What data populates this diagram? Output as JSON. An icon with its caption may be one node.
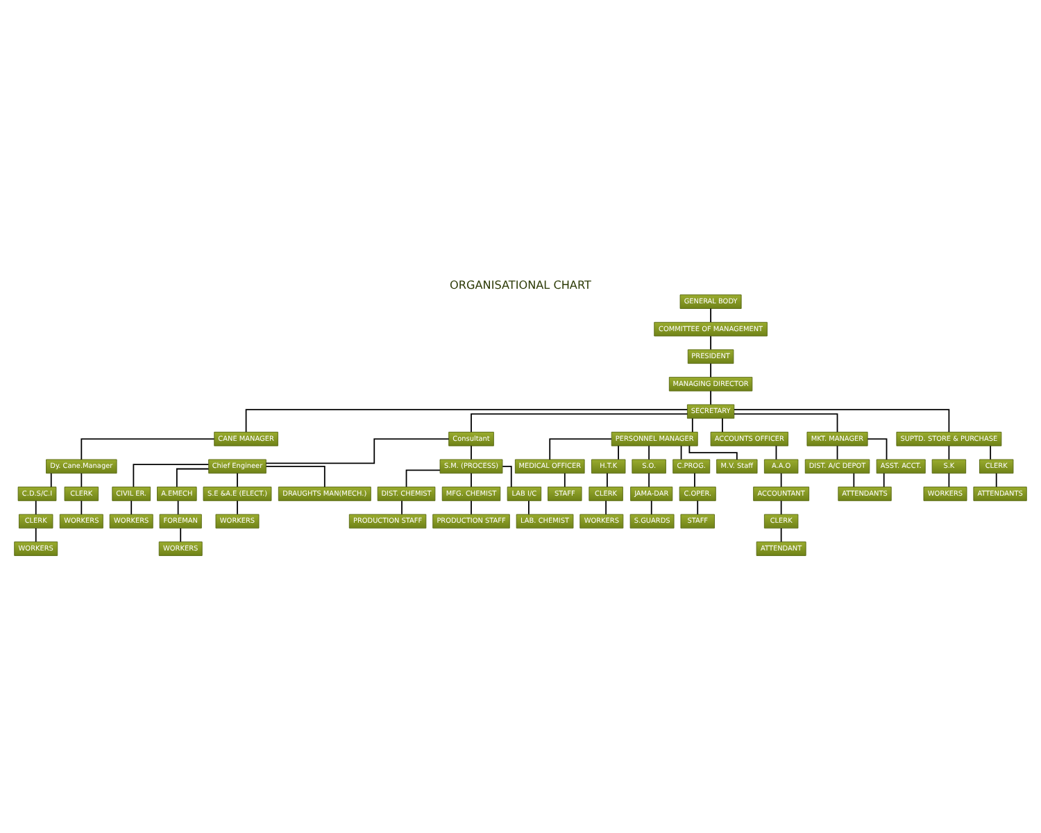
{
  "diagram": {
    "title": "ORGANISATIONAL CHART",
    "nodes": [
      {
        "text": [
          "GENERAL BODY"
        ]
      },
      {
        "text": [
          "COMMITTEE OF MANAGEMENT"
        ]
      },
      {
        "text": [
          "PRESIDENT"
        ]
      },
      {
        "text": [
          "MANAGING DIRECTOR"
        ]
      },
      {
        "text": [
          "SECRETARY"
        ]
      },
      {
        "text": [
          "CANE MANAGER"
        ]
      },
      {
        "text": [
          "Consultant"
        ]
      },
      {
        "text": [
          "PERSONNEL MANAGER"
        ]
      },
      {
        "text": [
          "ACCOUNTS OFFICER"
        ]
      },
      {
        "text": [
          "MKT. MANAGER"
        ]
      },
      {
        "text": [
          "SUPTD. STORE & PURCHASE"
        ]
      },
      {
        "text": [
          "Dy. Cane.Manager"
        ]
      },
      {
        "text": [
          "C.D.S/C.I"
        ]
      },
      {
        "text": [
          "CLERK"
        ]
      },
      {
        "text": [
          "WORKERS"
        ]
      },
      {
        "text": [
          "CLERK"
        ]
      },
      {
        "text": [
          "WORKERS"
        ]
      },
      {
        "text": [
          "Chief Engineer"
        ]
      },
      {
        "text": [
          "CIVIL ER."
        ]
      },
      {
        "text": [
          "WORKERS"
        ]
      },
      {
        "text": [
          "A.EMECH"
        ]
      },
      {
        "text": [
          "FOREMAN"
        ]
      },
      {
        "text": [
          "WORKERS"
        ]
      },
      {
        "text": [
          "S.E &A.E (ELECT.)"
        ]
      },
      {
        "text": [
          "WORKERS"
        ]
      },
      {
        "text": [
          "DRAUGHTS MAN(MECH.)"
        ]
      },
      {
        "text": [
          "S.M. (PROCESS)"
        ]
      },
      {
        "text": [
          "DIST. CHEMIST"
        ]
      },
      {
        "text": [
          "PRODUCTION STAFF"
        ]
      },
      {
        "text": [
          "MFG. CHEMIST"
        ]
      },
      {
        "text": [
          "PRODUCTION STAFF"
        ]
      },
      {
        "text": [
          "LAB I/C"
        ]
      },
      {
        "text": [
          "LAB. CHEMIST"
        ]
      },
      {
        "text": [
          "MEDICAL OFFICER"
        ]
      },
      {
        "text": [
          "STAFF"
        ]
      },
      {
        "text": [
          "H.T.K"
        ]
      },
      {
        "text": [
          "CLERK"
        ]
      },
      {
        "text": [
          "WORKERS"
        ]
      },
      {
        "text": [
          "S.O."
        ]
      },
      {
        "text": [
          "JAMA-DAR"
        ]
      },
      {
        "text": [
          "S.GUARDS"
        ]
      },
      {
        "text": [
          "C.PROG."
        ]
      },
      {
        "text": [
          "C.OPER."
        ]
      },
      {
        "text": [
          "STAFF"
        ]
      },
      {
        "text": [
          "M.V. Staff"
        ]
      },
      {
        "text": [
          "A.A.O"
        ]
      },
      {
        "text": [
          "ACCOUNTANT"
        ]
      },
      {
        "text": [
          "CLERK"
        ]
      },
      {
        "text": [
          "ATTENDANT"
        ]
      },
      {
        "text": [
          "DIST. A/C DEPOT"
        ]
      },
      {
        "text": [
          "ASST. ACCT."
        ]
      },
      {
        "text": [
          "ATTENDANTS"
        ]
      },
      {
        "text": [
          "S.K"
        ]
      },
      {
        "text": [
          "WORKERS"
        ]
      },
      {
        "text": [
          "CLERK"
        ]
      },
      {
        "text": [
          "ATTENDANTS"
        ]
      }
    ],
    "edges": [
      {
        "from": 0,
        "to": 1,
        "arrow": "none"
      },
      {
        "from": 1,
        "to": 2,
        "arrow": "none"
      },
      {
        "from": 2,
        "to": 3,
        "arrow": "none"
      },
      {
        "from": 3,
        "to": 4,
        "arrow": "none"
      },
      {
        "from": 4,
        "to": 5,
        "arrow": "none"
      },
      {
        "from": 4,
        "to": 6,
        "arrow": "none"
      },
      {
        "from": 4,
        "to": 7,
        "arrow": "none"
      },
      {
        "from": 4,
        "to": 8,
        "arrow": "none"
      },
      {
        "from": 4,
        "to": 9,
        "arrow": "none"
      },
      {
        "from": 4,
        "to": 10,
        "arrow": "none"
      },
      {
        "from": 5,
        "to": 11,
        "arrow": "none"
      },
      {
        "from": 11,
        "to": 12,
        "arrow": "none"
      },
      {
        "from": 12,
        "to": 13,
        "arrow": "none"
      },
      {
        "from": 13,
        "to": 14,
        "arrow": "none"
      },
      {
        "from": 11,
        "to": 15,
        "arrow": "none"
      },
      {
        "from": 15,
        "to": 16,
        "arrow": "none"
      },
      {
        "from": 6,
        "to": 17,
        "arrow": "none"
      },
      {
        "from": 6,
        "to": 26,
        "arrow": "none"
      },
      {
        "from": 17,
        "to": 18,
        "arrow": "none"
      },
      {
        "from": 18,
        "to": 19,
        "arrow": "none"
      },
      {
        "from": 17,
        "to": 20,
        "arrow": "none"
      },
      {
        "from": 17,
        "to": 23,
        "arrow": "none"
      },
      {
        "from": 17,
        "to": 25,
        "arrow": "none"
      },
      {
        "from": 20,
        "to": 21,
        "arrow": "none"
      },
      {
        "from": 21,
        "to": 22,
        "arrow": "none"
      },
      {
        "from": 23,
        "to": 24,
        "arrow": "none"
      },
      {
        "from": 26,
        "to": 27,
        "arrow": "none"
      },
      {
        "from": 26,
        "to": 29,
        "arrow": "none"
      },
      {
        "from": 26,
        "to": 31,
        "arrow": "none"
      },
      {
        "from": 27,
        "to": 28,
        "arrow": "none"
      },
      {
        "from": 29,
        "to": 30,
        "arrow": "none"
      },
      {
        "from": 31,
        "to": 32,
        "arrow": "none"
      },
      {
        "from": 7,
        "to": 33,
        "arrow": "none"
      },
      {
        "from": 33,
        "to": 34,
        "arrow": "none"
      },
      {
        "from": 7,
        "to": 35,
        "arrow": "none"
      },
      {
        "from": 35,
        "to": 36,
        "arrow": "none"
      },
      {
        "from": 36,
        "to": 37,
        "arrow": "none"
      },
      {
        "from": 7,
        "to": 38,
        "arrow": "none"
      },
      {
        "from": 38,
        "to": 39,
        "arrow": "none"
      },
      {
        "from": 39,
        "to": 40,
        "arrow": "none"
      },
      {
        "from": 7,
        "to": 41,
        "arrow": "none"
      },
      {
        "from": 41,
        "to": 42,
        "arrow": "none"
      },
      {
        "from": 42,
        "to": 43,
        "arrow": "none"
      },
      {
        "from": 7,
        "to": 44,
        "arrow": "none"
      },
      {
        "from": 8,
        "to": 45,
        "arrow": "none"
      },
      {
        "from": 45,
        "to": 46,
        "arrow": "none"
      },
      {
        "from": 46,
        "to": 47,
        "arrow": "none"
      },
      {
        "from": 47,
        "to": 48,
        "arrow": "none"
      },
      {
        "from": 9,
        "to": 49,
        "arrow": "none"
      },
      {
        "from": 9,
        "to": 50,
        "arrow": "none"
      },
      {
        "from": 49,
        "to": 51,
        "arrow": "none"
      },
      {
        "from": 50,
        "to": 51,
        "arrow": "none"
      },
      {
        "from": 10,
        "to": 52,
        "arrow": "none"
      },
      {
        "from": 52,
        "to": 53,
        "arrow": "none"
      },
      {
        "from": 10,
        "to": 54,
        "arrow": "none"
      },
      {
        "from": 54,
        "to": 55,
        "arrow": "none"
      }
    ]
  }
}
